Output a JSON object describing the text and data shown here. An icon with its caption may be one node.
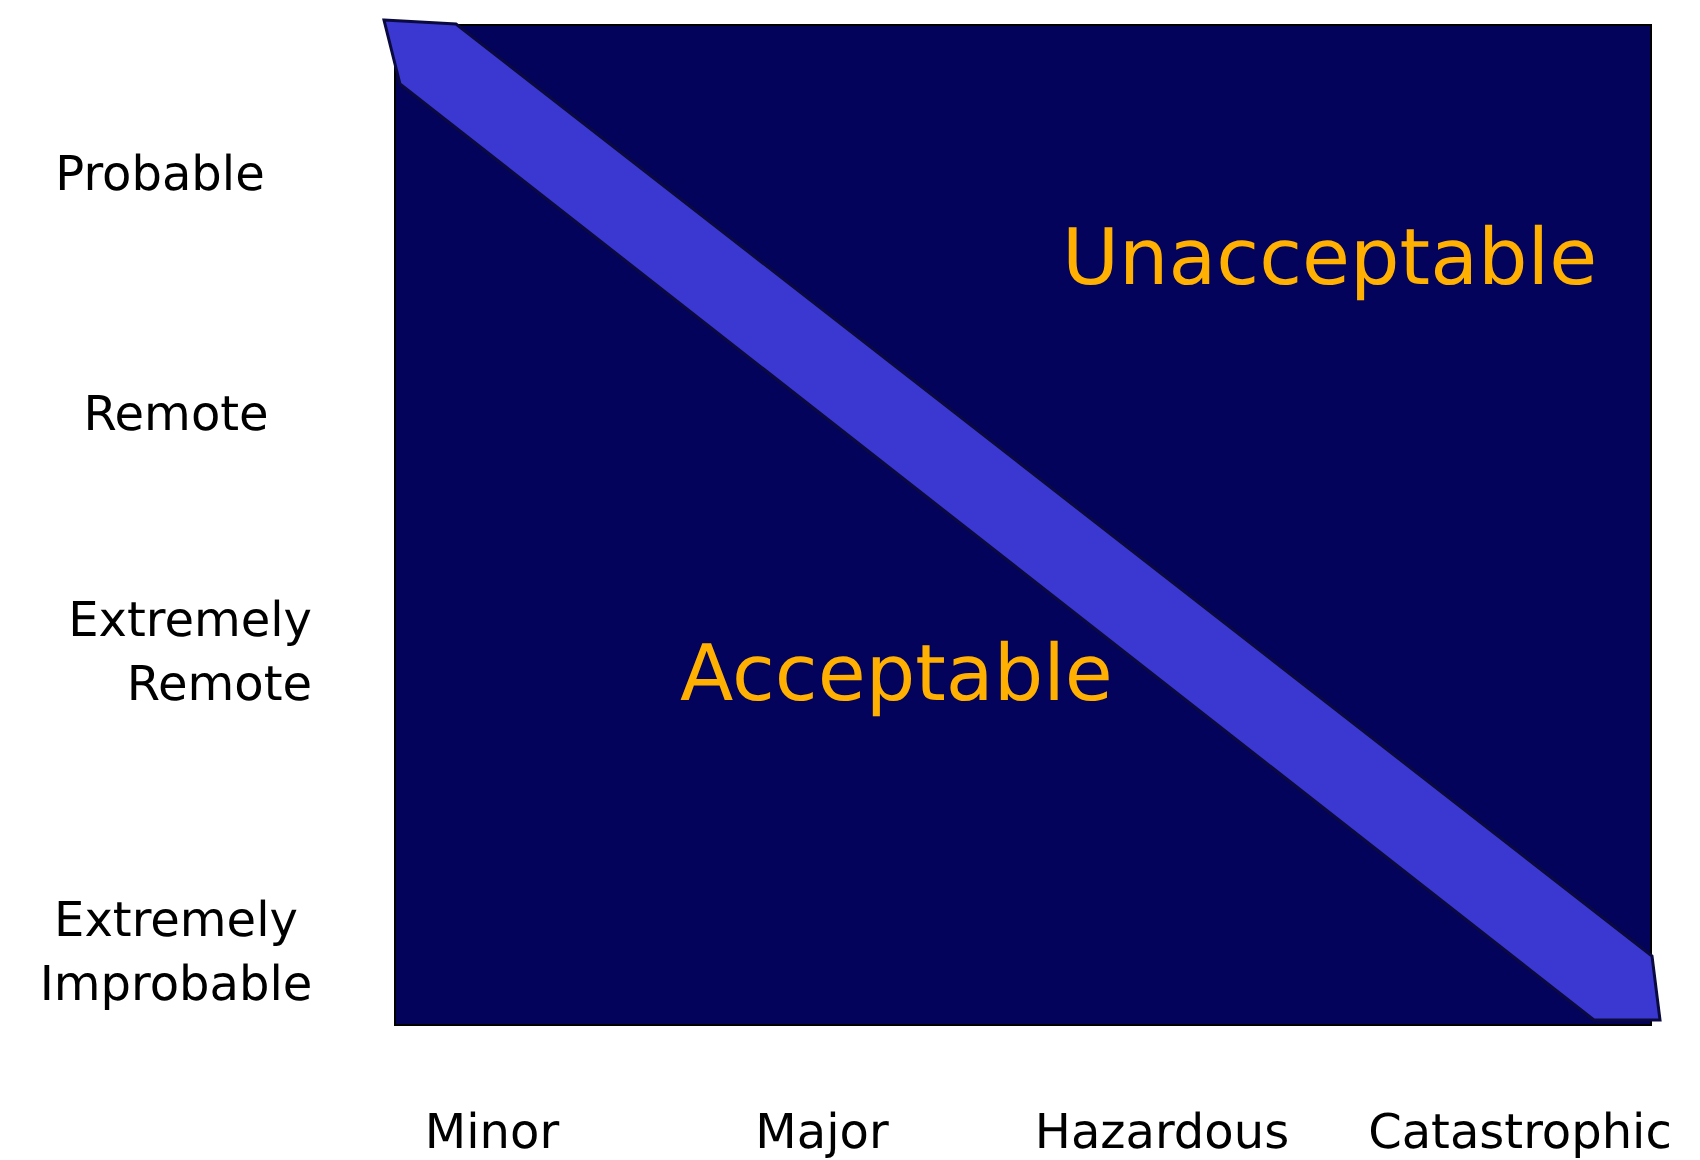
{
  "diagram": {
    "nodes": [
      {
        "text": [
          "Unacceptable",
          "Acceptable"
        ]
      }
    ],
    "labels": [
      "Probable",
      "Remote",
      "Extremely Remote",
      "Extremely Improbable",
      "Minor",
      "Major",
      "Hazardous",
      "Catastrophic"
    ]
  }
}
